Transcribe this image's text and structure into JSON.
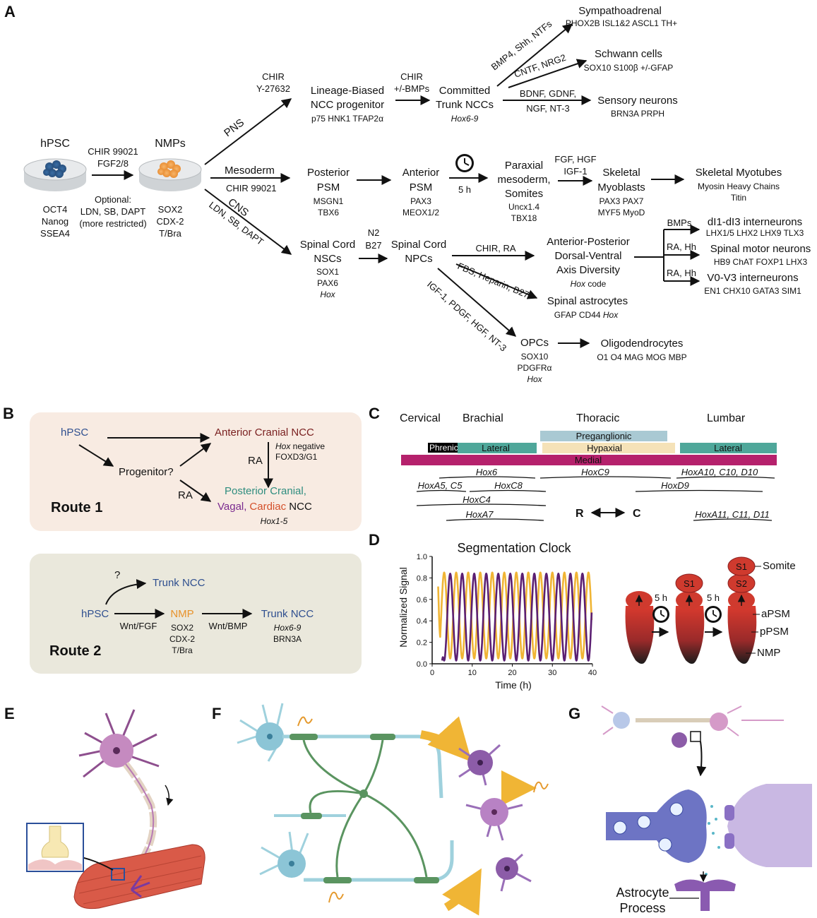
{
  "panels": {
    "A": "A",
    "B": "B",
    "C": "C",
    "D": "D",
    "E": "E",
    "F": "F",
    "G": "G"
  },
  "a": {
    "hpsc": {
      "title": "hPSC",
      "markers": [
        "OCT4",
        "Nanog",
        "SSEA4"
      ]
    },
    "to_nmp": {
      "line1": "CHIR 99021",
      "line2": "FGF2/8",
      "opt1": "Optional:",
      "opt2": "LDN, SB, DAPT",
      "opt3": "(more restricted)"
    },
    "nmps": {
      "title": "NMPs",
      "markers": [
        "SOX2",
        "CDX-2",
        "T/Bra"
      ]
    },
    "branches": {
      "pns": "PNS",
      "mesoderm": "Mesoderm",
      "cns": "CNS",
      "cns_factors": "LDN, SB, DAPT",
      "meso_factor": "CHIR 99021"
    },
    "pns": {
      "chir": "CHIR",
      "y27632": "Y-27632",
      "lineage1": "Lineage-Biased",
      "lineage2": "NCC progenitor",
      "lineage_markers": "p75 HNK1 TFAP2α",
      "chir2": "CHIR",
      "bmps": "+/-BMPs",
      "committed1": "Committed",
      "committed2": "Trunk NCCs",
      "committed_hox": "Hox6-9",
      "f_symp": "BMP4, Shh, NTFs",
      "f_schwann": "CNTF, NRG2",
      "f_sens1": "BDNF, GDNF,",
      "f_sens2": "NGF, NT-3",
      "symp": "Sympathoadrenal",
      "symp_m": "PHOX2B ISL1&2 ASCL1 TH+",
      "schwann": "Schwann cells",
      "schwann_m": "SOX10 S100β +/-GFAP",
      "sensory": "Sensory neurons",
      "sensory_m": "BRN3A PRPH"
    },
    "meso": {
      "post1": "Posterior",
      "post2": "PSM",
      "post_m": [
        "MSGN1",
        "TBX6"
      ],
      "ant1": "Anterior",
      "ant2": "PSM",
      "ant_m": [
        "PAX3",
        "MEOX1/2"
      ],
      "five_h": "5 h",
      "parax1": "Paraxial",
      "parax2": "mesoderm,",
      "parax3": "Somites",
      "parax_m": [
        "Uncx1.4",
        "TBX18"
      ],
      "f1": "FGF, HGF",
      "f2": "IGF-1",
      "myo1": "Skeletal",
      "myo2": "Myoblasts",
      "myo_m": [
        "PAX3 PAX7",
        "MYF5 MyoD"
      ],
      "tube": "Skeletal Myotubes",
      "tube_m": [
        "Myosin Heavy Chains",
        "Titin"
      ]
    },
    "cns": {
      "nsc1": "Spinal Cord",
      "nsc2": "NSCs",
      "nsc_m": [
        "SOX1",
        "PAX6",
        "Hox"
      ],
      "n2": "N2",
      "b27": "B27",
      "npc1": "Spinal Cord",
      "npc2": "NPCs",
      "chir_ra": "CHIR, RA",
      "ax1": "Anterior-Posterior",
      "ax2": "Dorsal-Ventral",
      "ax3": "Axis Diversity",
      "ax_hox": "Hox",
      "ax_code": " code",
      "bmps": "BMPs",
      "raHh1": "RA, Hh",
      "raHh2": "RA, Hh",
      "dl": "dI1-dI3 interneurons",
      "dl_m": "LHX1/5 LHX2 LHX9 TLX3",
      "mn": "Spinal motor neurons",
      "mn_m": "HB9 ChAT FOXP1 LHX3",
      "v0": "V0-V3 interneurons",
      "v0_m": "EN1 CHX10 GATA3 SIM1",
      "fbs": "FBS, Heparin, B27",
      "astro": "Spinal astrocytes",
      "astro_m": "GFAP CD44 ",
      "astro_hox": "Hox",
      "igf": "IGF-1, PDGF, HGF, NT-3",
      "opc": "OPCs",
      "opc_m": [
        "SOX10",
        "PDGFRα",
        "Hox"
      ],
      "oligo": "Oligodendrocytes",
      "oligo_m": "O1 O4 MAG MOG MBP"
    }
  },
  "b": {
    "route1": {
      "hpsc": "hPSC",
      "anc": "Anterior Cranial NCC",
      "hoxneg": "Hox",
      "hoxneg2": " negative",
      "foxd3": "FOXD3/G1",
      "prog": "Progenitor?",
      "ra1": "RA",
      "ra2": "RA",
      "pc": "Posterior Cranial,",
      "vagal": "Vagal,",
      "cardiac": "Cardiac",
      "ncc": " NCC",
      "hox": "Hox1-5",
      "title": "Route 1"
    },
    "route2": {
      "q": "?",
      "trunk1": "Trunk NCC",
      "hpsc": "hPSC",
      "nmp": "NMP",
      "trunk2": "Trunk NCC",
      "wntfgf": "Wnt/FGF",
      "wntbmp": "Wnt/BMP",
      "nmp_m": [
        "SOX2",
        "CDX-2",
        "T/Bra"
      ],
      "hox": "Hox6-9",
      "brn": "BRN3A",
      "title": "Route 2"
    }
  },
  "c": {
    "regions": [
      "Cervical",
      "Brachial",
      "Thoracic",
      "Lumbar"
    ],
    "bars": {
      "phrenic": "Phrenic",
      "preg": "Preganglionic",
      "lat1": "Lateral",
      "hyp": "Hypaxial",
      "lat2": "Lateral",
      "medial": "Medial"
    },
    "hox": [
      "Hox6",
      "HoxC9",
      "HoxA10, C10, D10",
      "HoxA5, C5",
      "HoxC8",
      "HoxD9",
      "HoxC4",
      "HoxA7",
      "HoxA11, C11, D11"
    ],
    "r": "R",
    "c": "C",
    "colors": {
      "phrenic": "#000000",
      "lateral": "#4fa79a",
      "preg": "#a9c9d3",
      "hyp": "#f5e2b8",
      "medial": "#b5216c"
    }
  },
  "d": {
    "title": "Segmentation Clock",
    "somite": "Somite",
    "apsm": "aPSM",
    "ppsm": "pPSM",
    "nmp": "NMP",
    "s1a": "S1",
    "s1b": "S1",
    "s2": "S2",
    "h1": "5 h",
    "h2": "5 h"
  },
  "g": {
    "label1": "Astrocyte",
    "label2": "Process"
  },
  "chart_data": {
    "type": "line",
    "title": "Segmentation Clock",
    "xlabel": "Time (h)",
    "ylabel": "Normalized Signal",
    "xlim": [
      0,
      40
    ],
    "ylim": [
      0,
      1.0
    ],
    "xticks": [
      "0",
      "10",
      "20",
      "30",
      "40"
    ],
    "yticks": [
      "0.0",
      "0.2",
      "0.4",
      "0.6",
      "0.8",
      "1.0"
    ],
    "grid": false,
    "series": [
      {
        "color": "#f0b535",
        "period": 3.0,
        "phase": 0.0,
        "min": 0.05,
        "max": 0.85,
        "start": 1.5,
        "start_value": 0.72
      },
      {
        "color": "#5b1f72",
        "period": 3.0,
        "phase": 1.5,
        "min": 0.03,
        "max": 0.84,
        "start": 2.5,
        "start_value": 0.03
      }
    ]
  }
}
